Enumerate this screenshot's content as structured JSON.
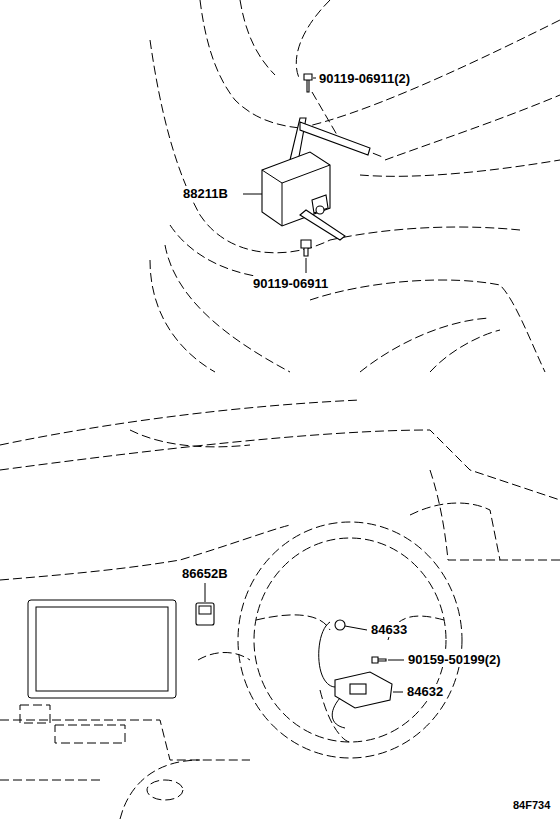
{
  "diagram": {
    "labels": [
      "90119-06911(2)",
      "88211B",
      "90119-06911",
      "86652B",
      "84633",
      "90159-50199(2)",
      "84632",
      "84F734"
    ]
  }
}
